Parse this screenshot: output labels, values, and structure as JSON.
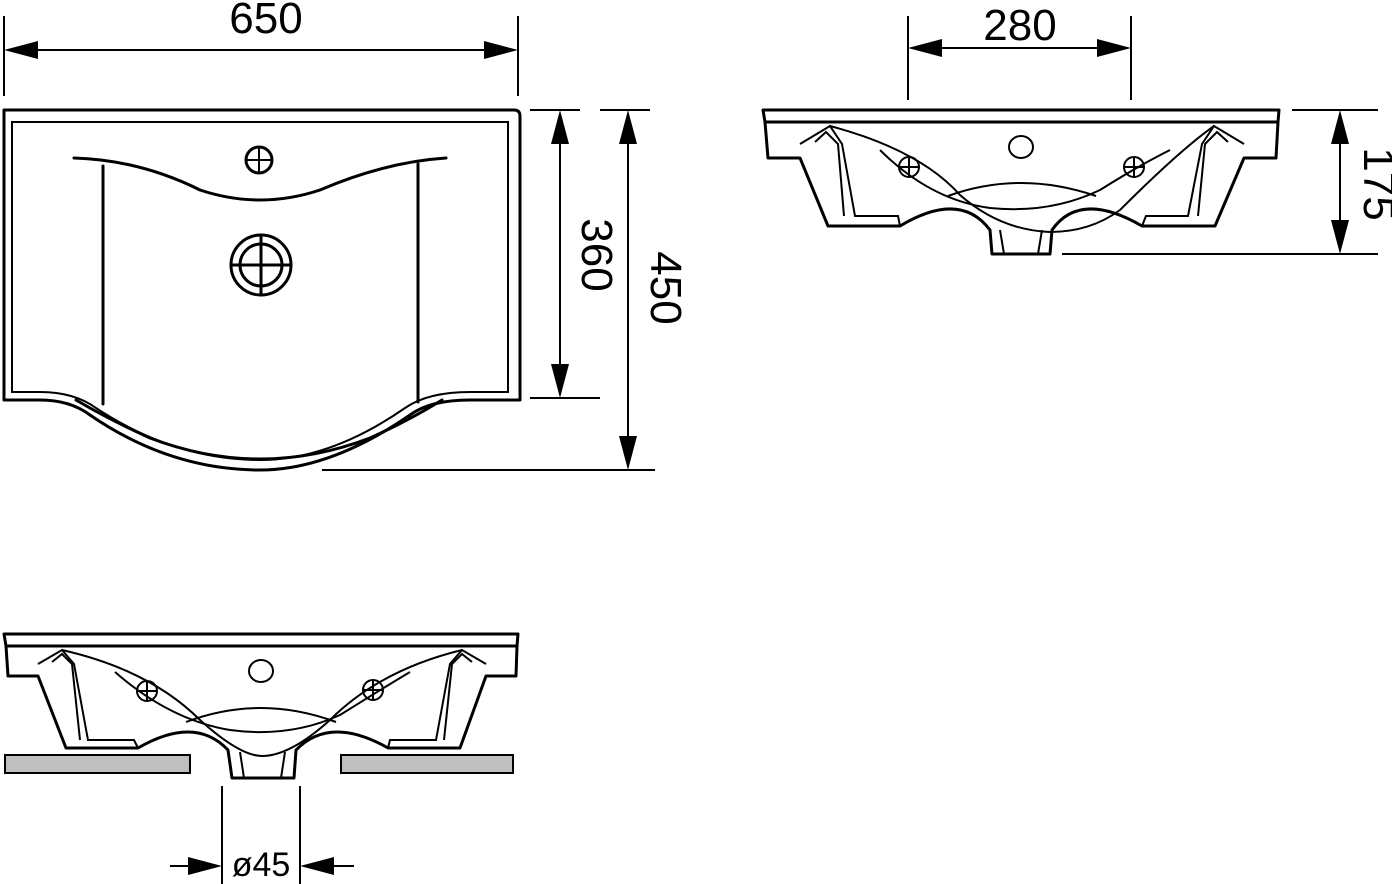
{
  "dimensions": {
    "width_overall": "650",
    "depth_bowl": "360",
    "depth_overall": "450",
    "tap_spacing": "280",
    "height": "175",
    "drain_diameter": "ø45"
  },
  "colors": {
    "line": "#000000",
    "shelf": "#bfbfbf",
    "background": "#ffffff"
  }
}
